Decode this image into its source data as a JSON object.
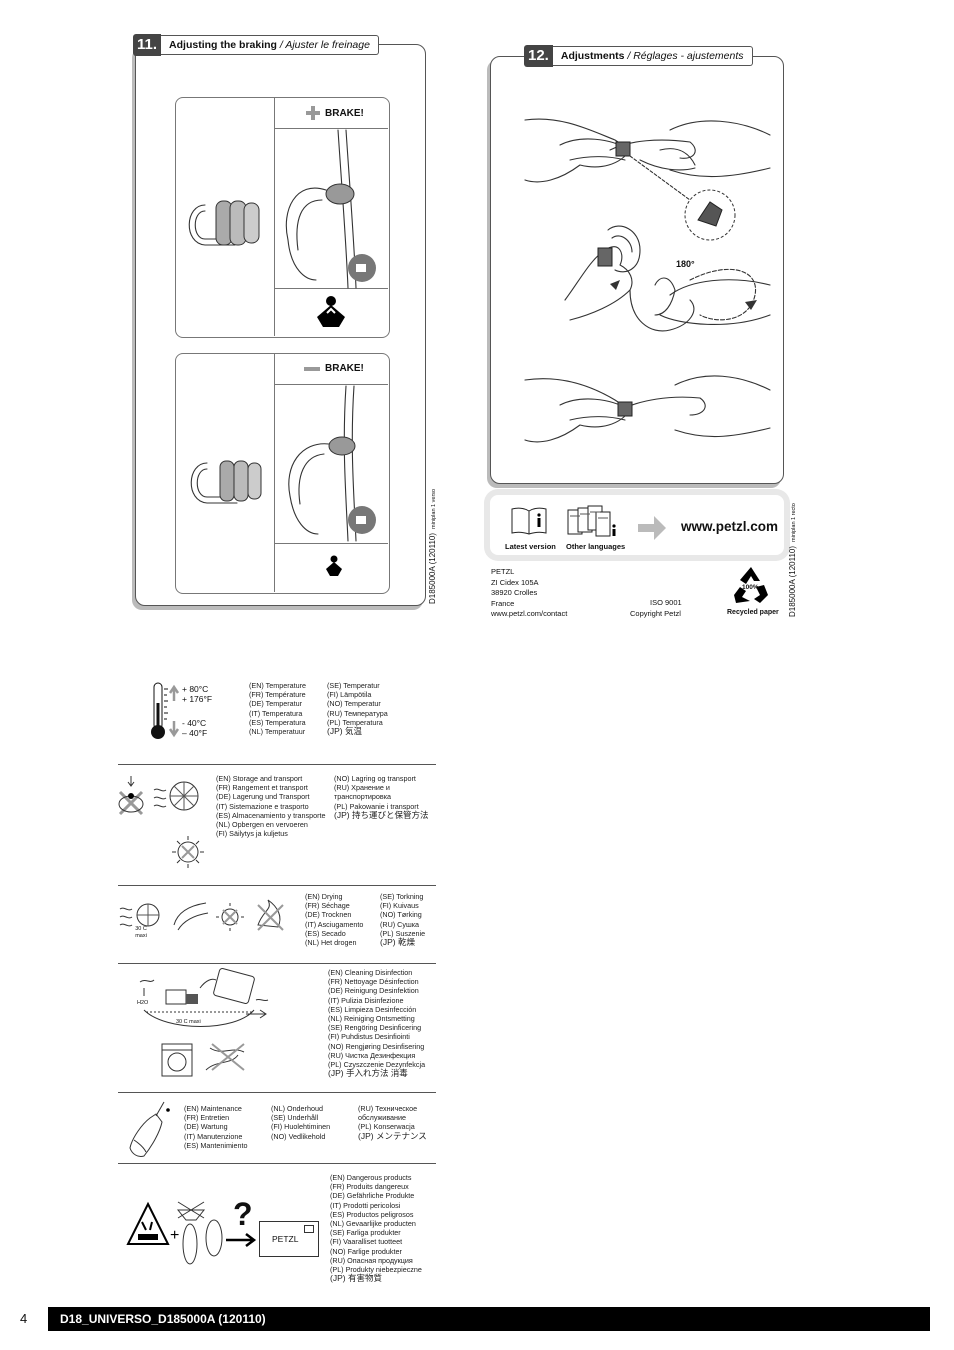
{
  "panel11": {
    "number": "11.",
    "title": "Adjusting the braking",
    "title_fr": "/ Ajuster le freinage",
    "brake_more": "BRAKE!",
    "brake_less": "BRAKE!"
  },
  "panel12": {
    "number": "12.",
    "title": "Adjustments",
    "title_fr": "/ Réglages - ajustements",
    "rotation": "180°"
  },
  "links": {
    "latest": "Latest version",
    "languages": "Other languages",
    "url": "www.petzl.com"
  },
  "address": {
    "company": "PETZL",
    "line1": "ZI Cidex 105A",
    "line2": "38920 Crolles",
    "country": "France",
    "contact": "www.petzl.com/contact",
    "iso": "ISO 9001",
    "copyright": "Copyright Petzl"
  },
  "recycle": {
    "percent": "100%",
    "label": "Recycled paper"
  },
  "codes": {
    "left_main": "D185000A (120110)",
    "left_small": "miniplan 1 verso",
    "right_main": "D185000A (120110)",
    "right_small": "miniplan 1 recto"
  },
  "temperature": {
    "hot": "+ 80°C",
    "hot_f": "+ 176°F",
    "cold": "- 40°C",
    "cold_f": "– 40°F",
    "col1": [
      "(EN) Temperature",
      "(FR) Température",
      "(DE) Temperatur",
      "(IT) Temperatura",
      "(ES) Temperatura",
      "(NL) Temperatuur"
    ],
    "col2": [
      "(SE) Temperatur",
      "(FI) Lämpötila",
      "(NO) Temperatur",
      "(RU) Температура",
      "(PL) Temperatura",
      "(JP) 気温"
    ]
  },
  "storage": {
    "col1": [
      "(EN) Storage and transport",
      "(FR) Rangement et transport",
      "(DE) Lagerung und Transport",
      "(IT) Sistemazione e trasporto",
      "(ES) Almacenamiento y transporte",
      "(NL) Opbergen en vervoeren",
      "(FI) Säilytys ja kuljetus"
    ],
    "col2": [
      "(NO) Lagring og transport",
      "(RU) Хранение и",
      "транспортировка",
      "(PL) Pakowanie i transport",
      "(JP) 持ち運びと保管方法"
    ]
  },
  "drying": {
    "icon_label": "30 C maxi",
    "col1": [
      "(EN) Drying",
      "(FR) Séchage",
      "(DE) Trocknen",
      "(IT) Asciugamento",
      "(ES) Secado",
      "(NL) Het drogen"
    ],
    "col2": [
      "(SE) Torkning",
      "(FI) Kuivaus",
      "(NO) Tørking",
      "(RU) Сушка",
      "(PL) Suszenie",
      "(JP) 乾燥"
    ]
  },
  "cleaning": {
    "h2o": "H2O",
    "tub_label": "30 C maxi",
    "lines": [
      "(EN) Cleaning Disinfection",
      "(FR) Nettoyage Désinfection",
      "(DE) Reinigung Desinfektion",
      "(IT) Pulizia Disinfezione",
      "(ES) Limpieza Desinfección",
      "(NL) Reiniging Ontsmetting",
      "(SE) Rengöring Desinficering",
      "(FI) Puhdistus Desinfiointi",
      "(NO) Rengjøring Desinfisering",
      "(RU) Чистка Дезинфекция",
      "(PL) Czyszczenie Dezynfekcja",
      "(JP) 手入れ方法 消毒"
    ]
  },
  "maintenance": {
    "col1": [
      "(EN) Maintenance",
      "(FR) Entretien",
      "(DE) Wartung",
      "(IT) Manutenzione",
      "(ES) Mantenimiento"
    ],
    "col2": [
      "(NL) Onderhoud",
      "(SE) Underhåll",
      "(FI) Huolehtiminen",
      "(NO) Vedlikehold"
    ],
    "col3": [
      "(RU) Техническое",
      "обслуживание",
      "(PL) Konserwacja",
      "(JP) メンテナンス"
    ]
  },
  "dangerous": {
    "box_label": "PETZL",
    "lines": [
      "(EN) Dangerous products",
      "(FR) Produits dangereux",
      "(DE) Gefährliche Produkte",
      "(IT) Prodotti pericolosi",
      "(ES) Productos peligrosos",
      "(NL) Gevaarlijke producten",
      "(SE) Farliga produkter",
      "(FI) Vaaralliset tuotteet",
      "(NO) Farlige produkter",
      "(RU) Опасная продукция",
      "(PL) Produkty niebezpieczne",
      "(JP) 有害物質"
    ]
  },
  "footer": {
    "page": "4",
    "doc": "D18_UNIVERSO_D185000A (120110)"
  }
}
